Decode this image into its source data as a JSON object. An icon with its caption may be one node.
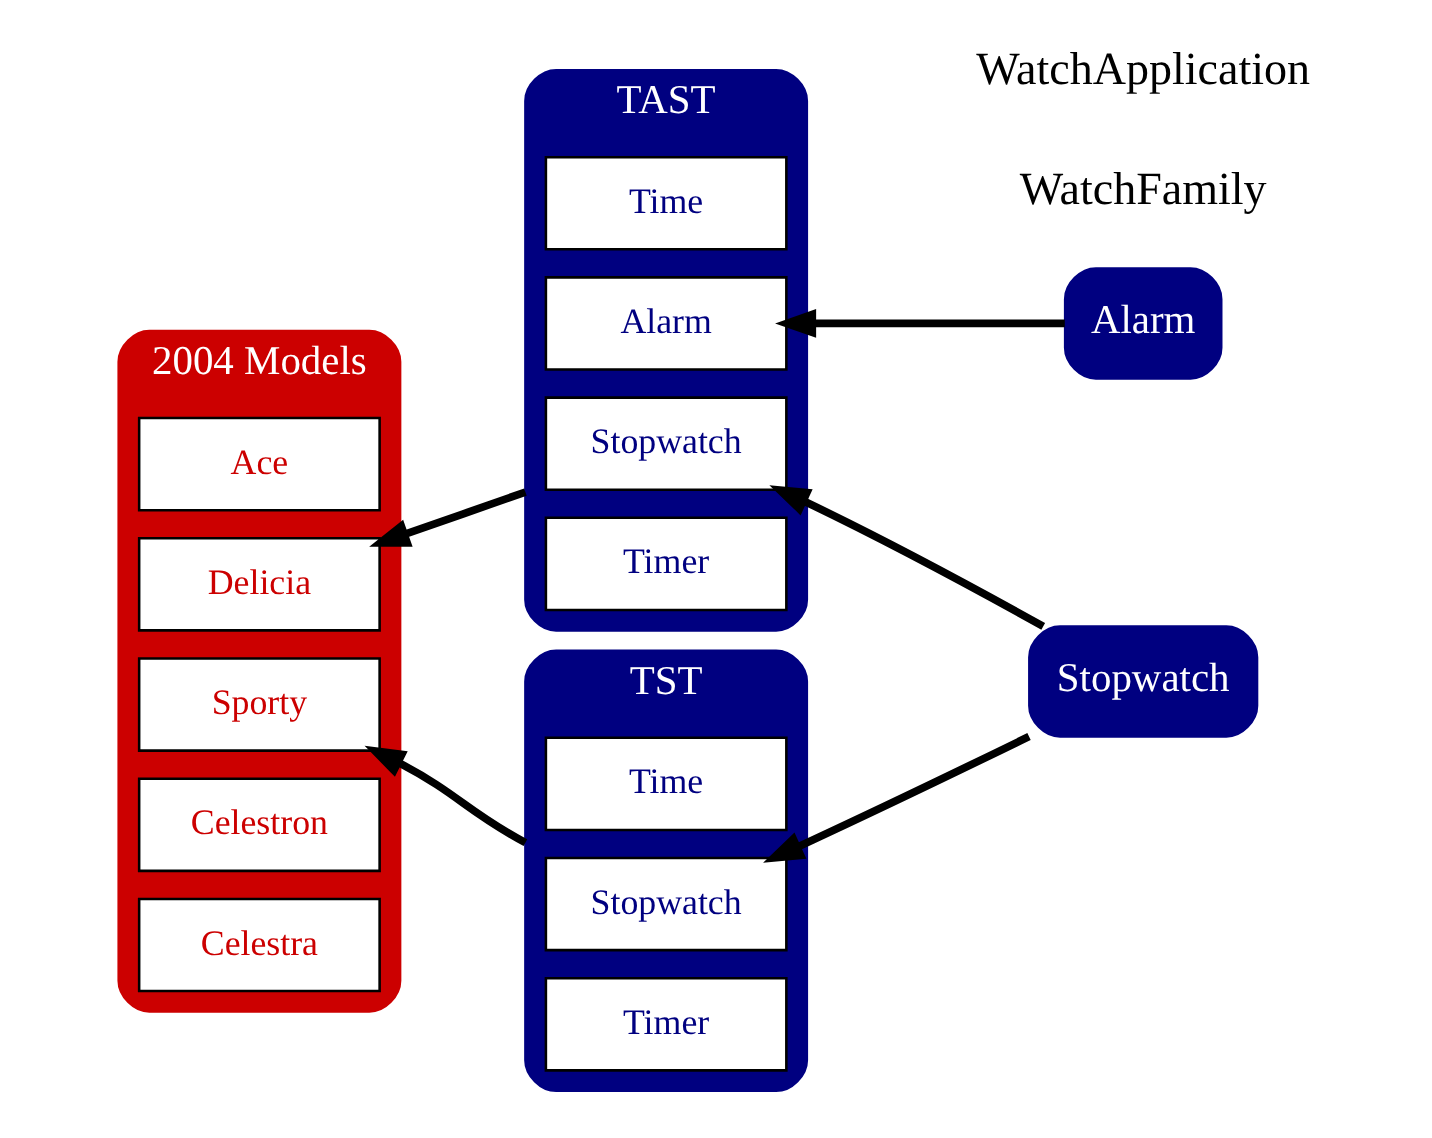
{
  "diagram": {
    "nodes": [
      {
        "text": [
          "2004 Models"
        ]
      },
      {
        "text": [
          "Ace"
        ],
        "in": 0
      },
      {
        "text": [
          "Delicia"
        ],
        "in": 0
      },
      {
        "text": [
          "Sporty"
        ],
        "in": 0
      },
      {
        "text": [
          "Celestron"
        ],
        "in": 0
      },
      {
        "text": [
          "Celestra"
        ],
        "in": 0
      },
      {
        "text": [
          "TAST"
        ]
      },
      {
        "text": [
          "Time"
        ],
        "in": 6
      },
      {
        "text": [
          "Alarm"
        ],
        "in": 6
      },
      {
        "text": [
          "Stopwatch"
        ],
        "in": 6
      },
      {
        "text": [
          "Timer"
        ],
        "in": 6
      },
      {
        "text": [
          "TST"
        ]
      },
      {
        "text": [
          "Time"
        ],
        "in": 11
      },
      {
        "text": [
          "Stopwatch"
        ],
        "in": 11
      },
      {
        "text": [
          "Timer"
        ],
        "in": 11
      },
      {
        "text": [
          "Alarm"
        ]
      },
      {
        "text": [
          "Stopwatch"
        ]
      }
    ],
    "edges": [
      {
        "from": 15,
        "to": 8,
        "arrow": "to"
      },
      {
        "from": 16,
        "to": 9,
        "arrow": "to"
      },
      {
        "from": 16,
        "to": 13,
        "arrow": "to"
      },
      {
        "from": 6,
        "to": 2,
        "arrow": "to"
      },
      {
        "from": 11,
        "to": 3,
        "arrow": "to"
      }
    ],
    "labels": [
      "WatchFamily",
      "WatchApplication"
    ]
  }
}
